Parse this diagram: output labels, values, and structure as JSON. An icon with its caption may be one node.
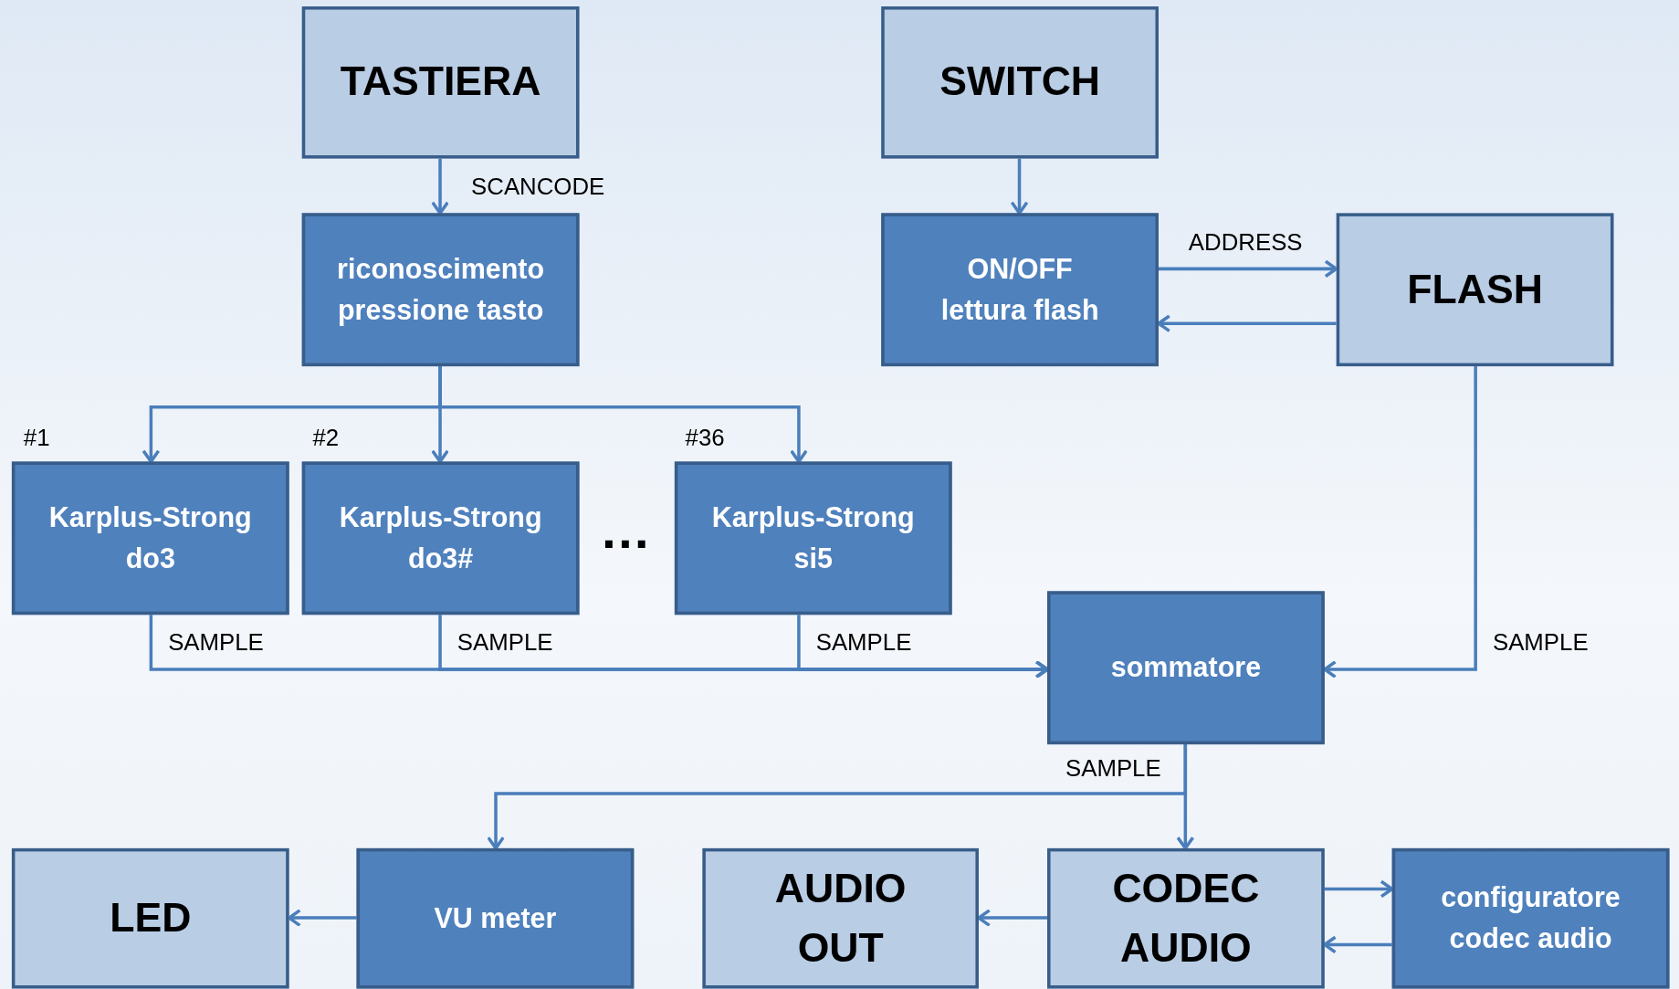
{
  "diagram": {
    "nodes": [
      {
        "text": [
          "TASTIERA"
        ]
      },
      {
        "text": [
          "SWITCH"
        ]
      },
      {
        "text": [
          "riconoscimento pressione tasto"
        ]
      },
      {
        "text": [
          "ON/OFF lettura flash"
        ]
      },
      {
        "text": [
          "FLASH"
        ]
      },
      {
        "text": [
          "Karplus-Strong do3"
        ]
      },
      {
        "text": [
          "Karplus-Strong do3#"
        ]
      },
      {
        "text": [
          "Karplus-Strong si5"
        ]
      },
      {
        "text": [
          "sommatore"
        ]
      },
      {
        "text": [
          "LED"
        ]
      },
      {
        "text": [
          "VU meter"
        ]
      },
      {
        "text": [
          "AUDIO OUT"
        ]
      },
      {
        "text": [
          "CODEC AUDIO"
        ]
      },
      {
        "text": [
          "configuratore codec audio"
        ]
      }
    ],
    "edges": [
      {
        "from": 0,
        "to": 2,
        "arrow": "to",
        "label": "SCANCODE"
      },
      {
        "from": 1,
        "to": 3,
        "arrow": "to"
      },
      {
        "from": 3,
        "to": 4,
        "arrow": "to",
        "label": "ADDRESS"
      },
      {
        "from": 4,
        "to": 3,
        "arrow": "to"
      },
      {
        "from": 2,
        "to": 5,
        "arrow": "to"
      },
      {
        "from": 2,
        "to": 6,
        "arrow": "to"
      },
      {
        "from": 2,
        "to": 7,
        "arrow": "to"
      },
      {
        "from": 5,
        "to": 8,
        "arrow": "to",
        "label": "SAMPLE"
      },
      {
        "from": 6,
        "to": 8,
        "arrow": "to",
        "label": "SAMPLE"
      },
      {
        "from": 7,
        "to": 8,
        "arrow": "to",
        "label": "SAMPLE"
      },
      {
        "from": 4,
        "to": 8,
        "arrow": "to",
        "label": "SAMPLE"
      },
      {
        "from": 8,
        "to": 10,
        "arrow": "to"
      },
      {
        "from": 8,
        "to": 12,
        "arrow": "to",
        "label": "SAMPLE"
      },
      {
        "from": 10,
        "to": 9,
        "arrow": "to"
      },
      {
        "from": 12,
        "to": 11,
        "arrow": "to"
      },
      {
        "from": 12,
        "to": 13,
        "arrow": "to"
      },
      {
        "from": 13,
        "to": 12,
        "arrow": "to"
      }
    ],
    "labels": [
      "#1",
      "#2",
      "#36",
      "…"
    ]
  }
}
